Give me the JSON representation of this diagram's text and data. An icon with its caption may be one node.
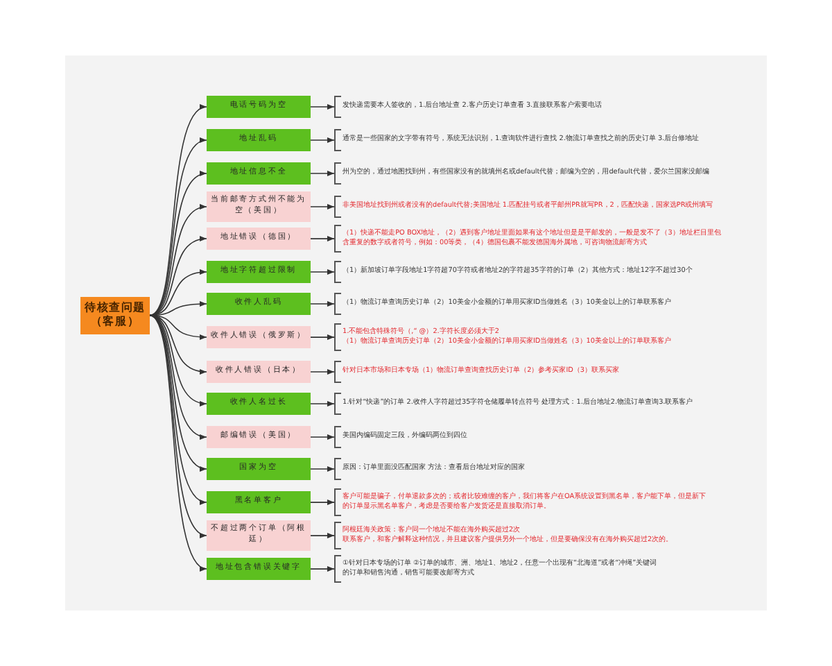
{
  "diagram": {
    "nodes": [
      {
        "text": [
          "待核查问题（客服）"
        ]
      },
      {
        "text": [
          "电话号码为空"
        ]
      },
      {
        "text": [
          "发快递需要本人签收的，1.后台地址查 2.客户历史订单查看 3.直接联系客户索要电话"
        ]
      },
      {
        "text": [
          "地址乱码"
        ]
      },
      {
        "text": [
          "通常是一些国家的文字带有符号，系统无法识别，1.查询软件进行查找 2.物流订单查找之前的历史订单 3.后台修地址"
        ]
      },
      {
        "text": [
          "地址信息不全"
        ]
      },
      {
        "text": [
          "州为空的，通过地图找到州，有些国家没有的就填州名或default代替；邮编为空的，用default代替，爱尔兰国家没邮编"
        ]
      },
      {
        "text": [
          "当前邮寄方式州不能为空（美国）"
        ]
      },
      {
        "text": [
          "非美国地址找到州或者没有的default代替;美国地址 1.匹配挂号或者平邮州PR就写PR，2，匹配快递，国家选PR或州填写"
        ]
      },
      {
        "text": [
          "地址错误（德国）"
        ]
      },
      {
        "text": [
          "（1）快递不能走PO BOX地址，（2）遇到客户地址里面如果有这个地址但是是平邮发的，一般是发不了（3）地址栏目里包含重复的数字或者符号，例如：00等类，（4）德国包裹不能发德国海外属地，可咨询物流邮寄方式"
        ]
      },
      {
        "text": [
          "地址字符超过限制"
        ]
      },
      {
        "text": [
          "（1）新加坡订单字段地址1字符超70字符或者地址2的字符超35字符的订单（2）其他方式：地址12字不超过30个"
        ]
      },
      {
        "text": [
          "收件人乱码"
        ]
      },
      {
        "text": [
          "（1）物流订单查询历史订单（2）10美金小金额的订单用买家ID当做姓名（3）10美金以上的订单联系客户"
        ]
      },
      {
        "text": [
          "收件人错误（俄罗斯）"
        ]
      },
      {
        "text": [
          "1.不能包含特殊符号（,“ @）2.字符长度必须大于2",
          "（1）物流订单查询历史订单（2）10美金小金额的订单用买家ID当做姓名（3）10美金以上的订单联系客户"
        ]
      },
      {
        "text": [
          "收件人错误（日本）"
        ]
      },
      {
        "text": [
          "针对日本市场和日本专场（1）物流订单查询查找历史订单（2）参考买家ID（3）联系买家"
        ]
      },
      {
        "text": [
          "收件人名过长"
        ]
      },
      {
        "text": [
          "1.针对“快递”的订单 2.收件人字符超过35字符仓储履单转点符号 处理方式：1.后台地址2.物流订单查询3.联系客户"
        ]
      },
      {
        "text": [
          "邮编错误（美国）"
        ]
      },
      {
        "text": [
          "美国内编码固定三段，外编码两位到四位"
        ]
      },
      {
        "text": [
          "国家为空"
        ]
      },
      {
        "text": [
          "原因：订单里面没匹配国家 方法：查看后台地址对应的国家"
        ]
      },
      {
        "text": [
          "黑名单客户"
        ]
      },
      {
        "text": [
          "客户可能是骗子，付单退款多次的；或者比较难缠的客户，我们将客户在OA系统设置到黑名单，客户能下单，但是新下的订单显示黑名单客户，考虑是否要给客户发货还是直接取消订单。"
        ]
      },
      {
        "text": [
          "不超过两个订单（阿根廷）"
        ]
      },
      {
        "text": [
          "阿根廷海关政策：客户同一个地址不能在海外购买超过2次",
          "联系客户，和客户解释这种情况，并且建议客户提供另外一个地址，但是要确保没有在海外购买超过2次的。"
        ]
      },
      {
        "text": [
          "地址包含错误关键字"
        ]
      },
      {
        "text": [
          "①针对日本专场的订单 ②订单的城市、洲、地址1、地址2，任意一个出现有“北海道”或者“冲绳”关键词的订单和销售沟通，销售可能要改邮寄方式"
        ]
      }
    ],
    "edges": [
      {
        "from": 0,
        "to": 1,
        "arrow": "to"
      },
      {
        "from": 1,
        "to": 2,
        "arrow": "to"
      },
      {
        "from": 0,
        "to": 3,
        "arrow": "to"
      },
      {
        "from": 3,
        "to": 4,
        "arrow": "to"
      },
      {
        "from": 0,
        "to": 5,
        "arrow": "to"
      },
      {
        "from": 5,
        "to": 6,
        "arrow": "to"
      },
      {
        "from": 0,
        "to": 7,
        "arrow": "to"
      },
      {
        "from": 7,
        "to": 8,
        "arrow": "to"
      },
      {
        "from": 0,
        "to": 9,
        "arrow": "to"
      },
      {
        "from": 9,
        "to": 10,
        "arrow": "to"
      },
      {
        "from": 0,
        "to": 11,
        "arrow": "to"
      },
      {
        "from": 11,
        "to": 12,
        "arrow": "to"
      },
      {
        "from": 0,
        "to": 13,
        "arrow": "to"
      },
      {
        "from": 13,
        "to": 14,
        "arrow": "to"
      },
      {
        "from": 0,
        "to": 15,
        "arrow": "to"
      },
      {
        "from": 15,
        "to": 16,
        "arrow": "to"
      },
      {
        "from": 0,
        "to": 17,
        "arrow": "to"
      },
      {
        "from": 17,
        "to": 18,
        "arrow": "to"
      },
      {
        "from": 0,
        "to": 19,
        "arrow": "to"
      },
      {
        "from": 19,
        "to": 20,
        "arrow": "to"
      },
      {
        "from": 0,
        "to": 21,
        "arrow": "to"
      },
      {
        "from": 21,
        "to": 22,
        "arrow": "to"
      },
      {
        "from": 0,
        "to": 23,
        "arrow": "to"
      },
      {
        "from": 23,
        "to": 24,
        "arrow": "to"
      },
      {
        "from": 0,
        "to": 25,
        "arrow": "to"
      },
      {
        "from": 25,
        "to": 26,
        "arrow": "to"
      },
      {
        "from": 0,
        "to": 27,
        "arrow": "to"
      },
      {
        "from": 27,
        "to": 28,
        "arrow": "to"
      },
      {
        "from": 0,
        "to": 29,
        "arrow": "to"
      },
      {
        "from": 29,
        "to": 30,
        "arrow": "to"
      }
    ]
  }
}
